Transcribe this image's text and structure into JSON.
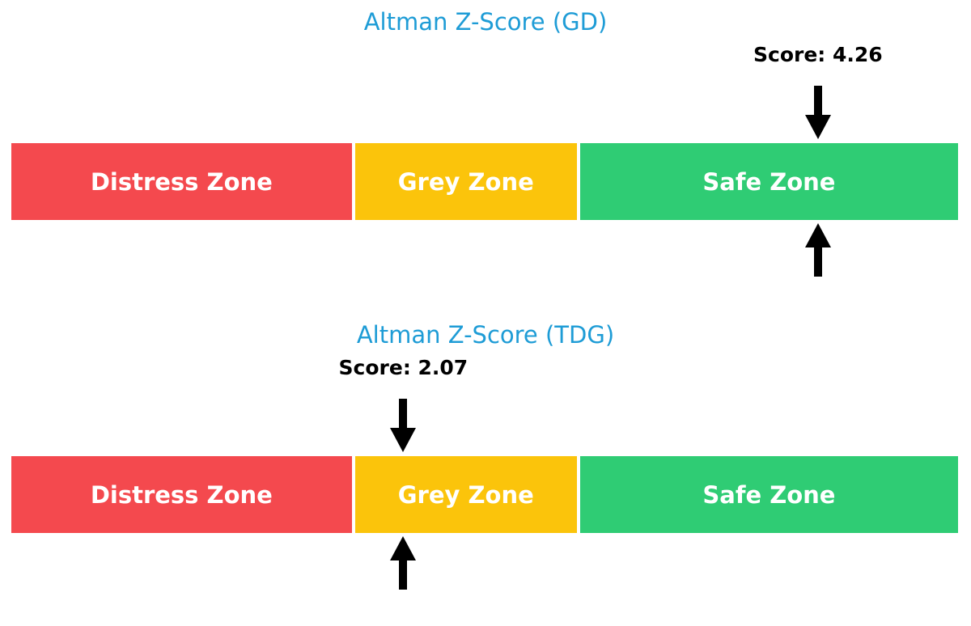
{
  "figure": {
    "background": "#FFFFFF"
  },
  "chart_data": {
    "type": "bar",
    "subtype": "zone-indicator-horizontal",
    "legend": "none",
    "grid": false,
    "charts": [
      {
        "title": "Altman Z-Score (GD)",
        "title_color": "#1E9CD6",
        "score": 4.26,
        "score_label": "Score: 4.26",
        "score_zone": "Safe Zone",
        "marker_color": "#000000",
        "marker_icons": [
          "arrow-down",
          "arrow-up"
        ],
        "scale": {
          "min": 0,
          "max": 5
        },
        "zones": [
          {
            "label": "Distress Zone",
            "start": 0,
            "end": 1.81,
            "color": "#F4494E"
          },
          {
            "label": "Grey Zone",
            "start": 1.81,
            "end": 2.99,
            "color": "#FBC40B"
          },
          {
            "label": "Safe Zone",
            "start": 2.99,
            "end": 5,
            "color": "#2FCC74"
          }
        ],
        "zone_label_color": "#FFFFFF"
      },
      {
        "title": "Altman Z-Score (TDG)",
        "title_color": "#1E9CD6",
        "score": 2.07,
        "score_label": "Score: 2.07",
        "score_zone": "Grey Zone",
        "marker_color": "#000000",
        "marker_icons": [
          "arrow-down",
          "arrow-up"
        ],
        "scale": {
          "min": 0,
          "max": 5
        },
        "zones": [
          {
            "label": "Distress Zone",
            "start": 0,
            "end": 1.81,
            "color": "#F4494E"
          },
          {
            "label": "Grey Zone",
            "start": 1.81,
            "end": 2.99,
            "color": "#FBC40B"
          },
          {
            "label": "Safe Zone",
            "start": 2.99,
            "end": 5,
            "color": "#2FCC74"
          }
        ],
        "zone_label_color": "#FFFFFF"
      }
    ]
  }
}
